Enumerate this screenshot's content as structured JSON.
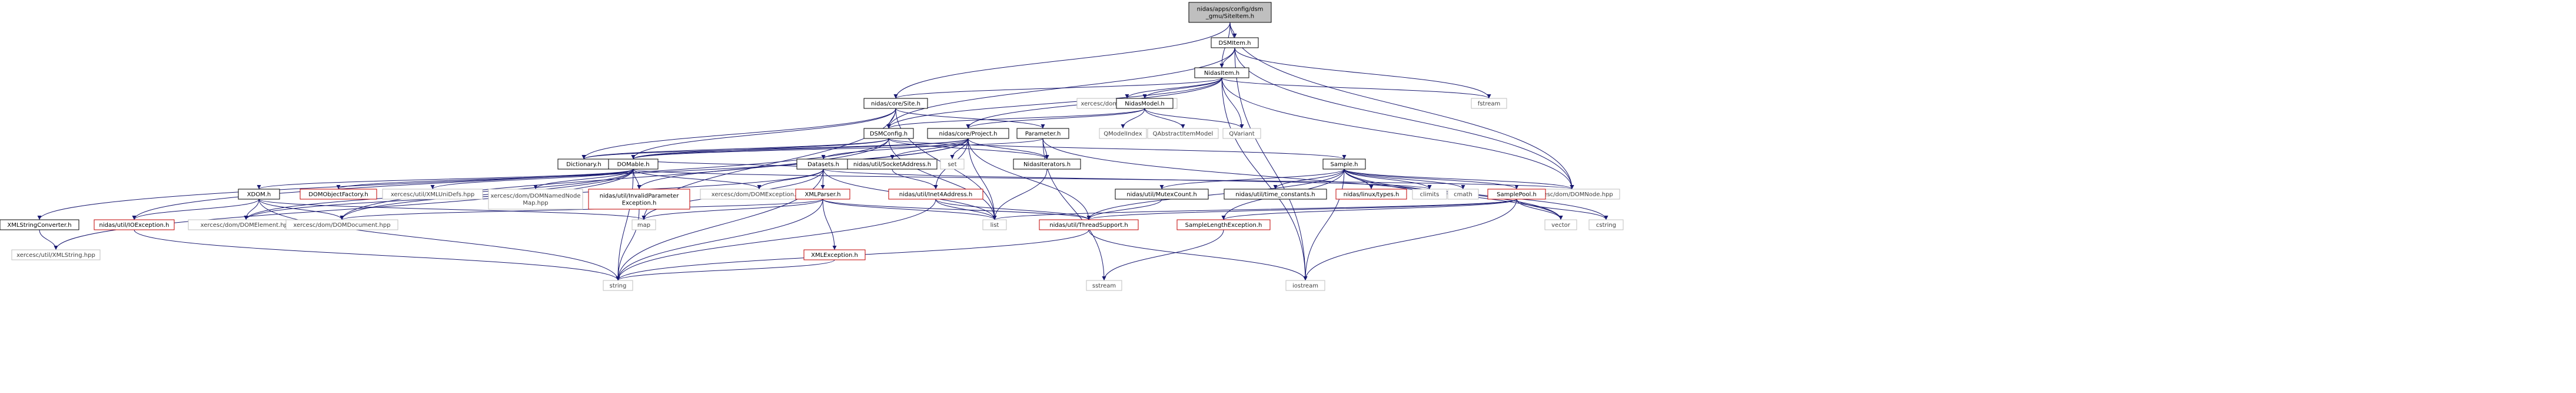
{
  "title": "Include dependency graph for SiteItem.h",
  "colors": {
    "root_fill": "#bfbfbf",
    "node_fill": "#ffffff",
    "node_stroke": "#000000",
    "missing_stroke": "#c00000",
    "external_stroke": "#bfbfbf",
    "external_text": "#3f3f3f",
    "edge": "#191970"
  },
  "nodes": [
    {
      "id": "root",
      "label": "nidas/apps/config/dsm\n_gmu/SiteItem.h",
      "kind": "root"
    },
    {
      "id": "dsmitem",
      "label": "DSMItem.h",
      "kind": "file"
    },
    {
      "id": "nidasitem",
      "label": "NidasItem.h",
      "kind": "file"
    },
    {
      "id": "site",
      "label": "nidas/core/Site.h",
      "kind": "file"
    },
    {
      "id": "domnodelist",
      "label": "xercesc/dom/DOMNodeList.hpp",
      "kind": "external"
    },
    {
      "id": "nidasmodel",
      "label": "NidasModel.h",
      "kind": "file"
    },
    {
      "id": "fstream",
      "label": "fstream",
      "kind": "external"
    },
    {
      "id": "dsmconfig",
      "label": "DSMConfig.h",
      "kind": "file"
    },
    {
      "id": "project",
      "label": "nidas/core/Project.h",
      "kind": "file"
    },
    {
      "id": "parameter",
      "label": "Parameter.h",
      "kind": "file"
    },
    {
      "id": "qmodelindex",
      "label": "QModelIndex",
      "kind": "external"
    },
    {
      "id": "qabstract",
      "label": "QAbstractItemModel",
      "kind": "external"
    },
    {
      "id": "qvariant",
      "label": "QVariant",
      "kind": "external"
    },
    {
      "id": "dictionary",
      "label": "Dictionary.h",
      "kind": "file"
    },
    {
      "id": "domable",
      "label": "DOMable.h",
      "kind": "file"
    },
    {
      "id": "datasets",
      "label": "Datasets.h",
      "kind": "file"
    },
    {
      "id": "socketaddr",
      "label": "nidas/util/SocketAddress.h",
      "kind": "file"
    },
    {
      "id": "set",
      "label": "set",
      "kind": "external"
    },
    {
      "id": "nidasiter",
      "label": "NidasIterators.h",
      "kind": "file"
    },
    {
      "id": "sample",
      "label": "Sample.h",
      "kind": "file"
    },
    {
      "id": "domnode",
      "label": "xercesc/dom/DOMNode.hpp",
      "kind": "external"
    },
    {
      "id": "xmlstrconv",
      "label": "XMLStringConverter.h",
      "kind": "file"
    },
    {
      "id": "xdom",
      "label": "XDOM.h",
      "kind": "file"
    },
    {
      "id": "domobjfactory",
      "label": "DOMObjectFactory.h",
      "kind": "missing"
    },
    {
      "id": "xmlunidefs",
      "label": "xercesc/util/XMLUniDefs.hpp",
      "kind": "external"
    },
    {
      "id": "domnamednodemap",
      "label": "xercesc/dom/DOMNamedNode\nMap.hpp",
      "kind": "external"
    },
    {
      "id": "invalidparam",
      "label": "nidas/util/InvalidParameter\nException.h",
      "kind": "missing"
    },
    {
      "id": "domexception",
      "label": "xercesc/dom/DOMException.hpp",
      "kind": "external"
    },
    {
      "id": "xmlparser",
      "label": "XMLParser.h",
      "kind": "missing"
    },
    {
      "id": "inet4",
      "label": "nidas/util/Inet4Address.h",
      "kind": "missing"
    },
    {
      "id": "mutexcount",
      "label": "nidas/util/MutexCount.h",
      "kind": "file"
    },
    {
      "id": "timeconst",
      "label": "nidas/util/time_constants.h",
      "kind": "file"
    },
    {
      "id": "linuxtypes",
      "label": "nidas/linux/types.h",
      "kind": "missing"
    },
    {
      "id": "climits",
      "label": "climits",
      "kind": "external"
    },
    {
      "id": "cmath",
      "label": "cmath",
      "kind": "external"
    },
    {
      "id": "samplepool",
      "label": "SamplePool.h",
      "kind": "missing"
    },
    {
      "id": "xmlstring",
      "label": "xercesc/util/XMLString.hpp",
      "kind": "external"
    },
    {
      "id": "ioexception",
      "label": "nidas/util/IOException.h",
      "kind": "missing"
    },
    {
      "id": "domelement",
      "label": "xercesc/dom/DOMElement.hpp",
      "kind": "external"
    },
    {
      "id": "domdocument",
      "label": "xercesc/dom/DOMDocument.hpp",
      "kind": "external"
    },
    {
      "id": "map",
      "label": "map",
      "kind": "external"
    },
    {
      "id": "xmlexception",
      "label": "XMLException.h",
      "kind": "missing"
    },
    {
      "id": "list",
      "label": "list",
      "kind": "external"
    },
    {
      "id": "threadsupport",
      "label": "nidas/util/ThreadSupport.h",
      "kind": "missing"
    },
    {
      "id": "samplelenexc",
      "label": "SampleLengthException.h",
      "kind": "missing"
    },
    {
      "id": "vector",
      "label": "vector",
      "kind": "external"
    },
    {
      "id": "cstring",
      "label": "cstring",
      "kind": "external"
    },
    {
      "id": "string",
      "label": "string",
      "kind": "external"
    },
    {
      "id": "sstream",
      "label": "sstream",
      "kind": "external"
    },
    {
      "id": "iostream",
      "label": "iostream",
      "kind": "external"
    }
  ],
  "edges": [
    [
      "root",
      "dsmitem"
    ],
    [
      "root",
      "nidasitem"
    ],
    [
      "root",
      "site"
    ],
    [
      "root",
      "domnode"
    ],
    [
      "dsmitem",
      "nidasitem"
    ],
    [
      "dsmitem",
      "dsmconfig"
    ],
    [
      "dsmitem",
      "fstream"
    ],
    [
      "dsmitem",
      "iostream"
    ],
    [
      "dsmitem",
      "domnode"
    ],
    [
      "nidasitem",
      "site"
    ],
    [
      "nidasitem",
      "domnodelist"
    ],
    [
      "nidasitem",
      "nidasmodel"
    ],
    [
      "nidasitem",
      "fstream"
    ],
    [
      "nidasitem",
      "dsmconfig"
    ],
    [
      "nidasitem",
      "project"
    ],
    [
      "nidasitem",
      "qvariant"
    ],
    [
      "nidasitem",
      "domnode"
    ],
    [
      "nidasitem",
      "iostream"
    ],
    [
      "nidasmodel",
      "dsmconfig"
    ],
    [
      "nidasmodel",
      "qmodelindex"
    ],
    [
      "nidasmodel",
      "qabstract"
    ],
    [
      "nidasmodel",
      "qvariant"
    ],
    [
      "nidasmodel",
      "project"
    ],
    [
      "site",
      "dsmconfig"
    ],
    [
      "site",
      "parameter"
    ],
    [
      "site",
      "dictionary"
    ],
    [
      "site",
      "domable"
    ],
    [
      "site",
      "list"
    ],
    [
      "site",
      "map"
    ],
    [
      "dsmconfig",
      "domable"
    ],
    [
      "dsmconfig",
      "dictionary"
    ],
    [
      "dsmconfig",
      "nidasiter"
    ],
    [
      "dsmconfig",
      "list"
    ],
    [
      "dsmconfig",
      "ioexception"
    ],
    [
      "dsmconfig",
      "sample"
    ],
    [
      "dsmconfig",
      "domdocument"
    ],
    [
      "parameter",
      "domable"
    ],
    [
      "parameter",
      "nidasiter"
    ],
    [
      "parameter",
      "sstream"
    ],
    [
      "parameter",
      "vector"
    ],
    [
      "project",
      "dictionary"
    ],
    [
      "project",
      "domable"
    ],
    [
      "project",
      "datasets"
    ],
    [
      "project",
      "socketaddr"
    ],
    [
      "project",
      "set"
    ],
    [
      "project",
      "nidasiter"
    ],
    [
      "project",
      "list"
    ],
    [
      "project",
      "inet4"
    ],
    [
      "project",
      "threadsupport"
    ],
    [
      "project",
      "invalidparam"
    ],
    [
      "project",
      "xmlstrconv"
    ],
    [
      "domable",
      "domnode"
    ],
    [
      "domable",
      "xdom"
    ],
    [
      "domable",
      "domobjfactory"
    ],
    [
      "domable",
      "xmlunidefs"
    ],
    [
      "domable",
      "domnamednodemap"
    ],
    [
      "domable",
      "invalidparam"
    ],
    [
      "domable",
      "domexception"
    ],
    [
      "domable",
      "domelement"
    ],
    [
      "domable",
      "domdocument"
    ],
    [
      "domable",
      "string"
    ],
    [
      "domable",
      "xmlstring"
    ],
    [
      "datasets",
      "domable"
    ],
    [
      "datasets",
      "xmlparser"
    ],
    [
      "datasets",
      "list"
    ],
    [
      "datasets",
      "domelement"
    ],
    [
      "datasets",
      "domexception"
    ],
    [
      "datasets",
      "map"
    ],
    [
      "datasets",
      "string"
    ],
    [
      "datasets",
      "climits"
    ],
    [
      "socketaddr",
      "inet4"
    ],
    [
      "nidasiter",
      "list"
    ],
    [
      "sample",
      "mutexcount"
    ],
    [
      "sample",
      "timeconst"
    ],
    [
      "sample",
      "linuxtypes"
    ],
    [
      "sample",
      "climits"
    ],
    [
      "sample",
      "cmath"
    ],
    [
      "sample",
      "samplepool"
    ],
    [
      "sample",
      "threadsupport"
    ],
    [
      "sample",
      "samplelenexc"
    ],
    [
      "sample",
      "iostream"
    ],
    [
      "sample",
      "vector"
    ],
    [
      "sample",
      "cstring"
    ],
    [
      "sample",
      "domnode"
    ],
    [
      "xmlstrconv",
      "xmlstring"
    ],
    [
      "xdom",
      "domelement"
    ],
    [
      "xdom",
      "domdocument"
    ],
    [
      "xdom",
      "map"
    ],
    [
      "xdom",
      "ioexception"
    ],
    [
      "xdom",
      "string"
    ],
    [
      "invalidparam",
      "string"
    ],
    [
      "xmlparser",
      "xmlexception"
    ],
    [
      "xmlparser",
      "domdocument"
    ],
    [
      "xmlparser",
      "threadsupport"
    ],
    [
      "xmlparser",
      "list"
    ],
    [
      "xmlparser",
      "map"
    ],
    [
      "xmlparser",
      "string"
    ],
    [
      "inet4",
      "list"
    ],
    [
      "inet4",
      "string"
    ],
    [
      "inet4",
      "threadsupport"
    ],
    [
      "mutexcount",
      "threadsupport"
    ],
    [
      "samplepool",
      "threadsupport"
    ],
    [
      "samplepool",
      "samplelenexc"
    ],
    [
      "samplepool",
      "list"
    ],
    [
      "samplepool",
      "vector"
    ],
    [
      "samplepool",
      "iostream"
    ],
    [
      "samplepool",
      "cstring"
    ],
    [
      "samplelenexc",
      "sstream"
    ],
    [
      "threadsupport",
      "iostream"
    ],
    [
      "threadsupport",
      "string"
    ],
    [
      "ioexception",
      "string"
    ],
    [
      "xmlexception",
      "string"
    ]
  ]
}
